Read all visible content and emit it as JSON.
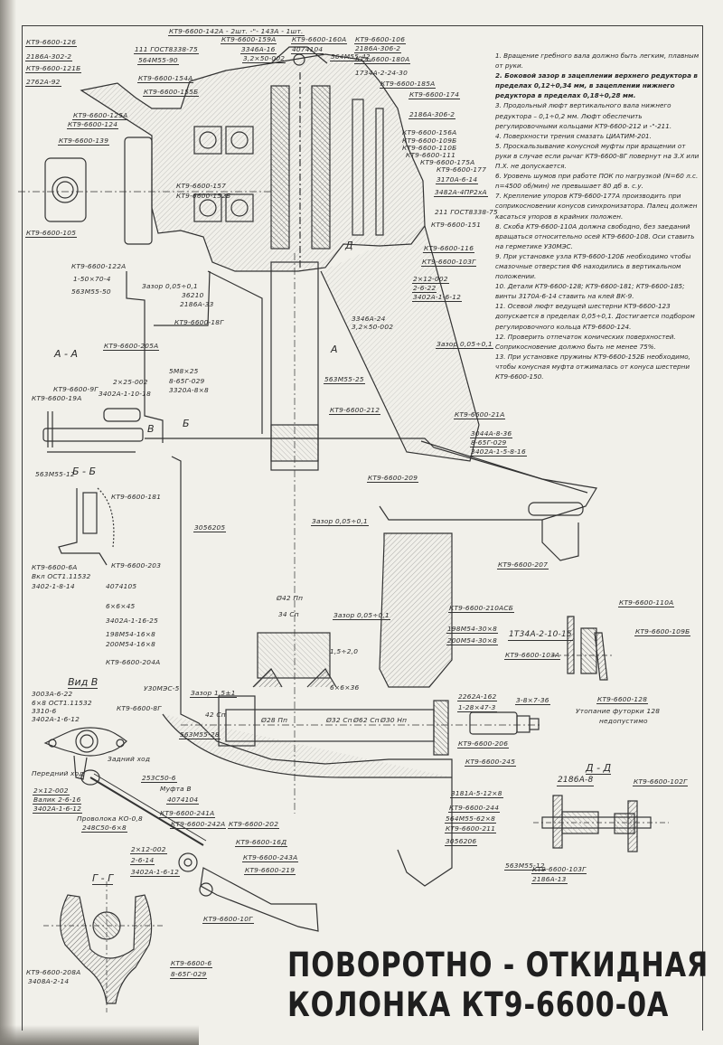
{
  "drawing": {
    "title_line1": "ПОВОРОТНО - ОТКИДНАЯ",
    "title_line2": "КОЛОНКА КТ9-6600-0А",
    "colors": {
      "paper": "#f1f0ea",
      "ink": "#2b2b2b",
      "hatch": "#555555"
    },
    "notes": [
      "1. Вращение гребного вала должно быть легким, плавным от руки.",
      "2. Боковой зазор в зацеплении верхнего редуктора в пределах 0,12÷0,34 мм, в зацеплении нижнего редуктора в пределах 0,18÷0,28 мм.",
      "3. Продольный люфт вертикального вала нижнего редуктора – 0,1÷0,2 мм. Люфт обеспечить регулировочными кольцами КТ9-6600-212 и -\"-211.",
      "4. Поверхности трения смазать ЦИАТИМ-201.",
      "5. Проскальзывание конусной муфты при вращении от руки в случае если рычаг КТ9-6600-8Г повернут на З.Х или П.Х. не допускается.",
      "6. Уровень шумов при работе ПОК по нагрузкой (N=60 л.с. n=4500 об/мин) не превышает 80 дб в. с.у.",
      "7. Крепление упоров КТ9-6600-177А производить при соприкосновении конусов синхронизатора. Палец должен касаться упоров в крайних положен.",
      "8. Скоба КТ9-6600-110А должна свободно, без заеданий вращаться относительно осей КТ9-6600-108. Оси ставить на герметике У30МЭС.",
      "9. При установке узла КТ9-6600-120Б необходимо чтобы смазочные отверстия Ф6 находились в вертикальном положении.",
      "10. Детали КТ9-6600-128; КТ9-6600-181; КТ9-6600-185; винты 3170А-6-14 ставить на клей ВК-9.",
      "11. Осевой люфт ведущей шестерни КТ9-6600-123 допускается в пределах 0,05÷0,1. Достигается подбором регулировочного кольца КТ9-6600-124.",
      "12. Проверить отпечаток конических поверхностей. Соприкосновение должно быть не менее 75%.",
      "13. При установке пружины КТ9-6600-152Б необходимо, чтобы конусная муфта отжималась от конуса шестерни КТ9-6600-150."
    ],
    "sections": {
      "a_a": "А - А",
      "b_b": "Б - Б",
      "view_v": "Вид В",
      "g_g": "Г - Г",
      "d_d": "Д - Д",
      "mark_d": "Д",
      "mark_a": "А",
      "mark_b": "Б",
      "mark_v": "В"
    },
    "labels": {
      "top_left": [
        "КТ9-6600-126",
        "2186А-302-2",
        "КТ9-6600-121Б",
        "2762А-92",
        "КТ9-6600-125А",
        "КТ9-6600-124",
        "КТ9-6600-139",
        "КТ9-6600-105",
        "КТ9-6600-122А",
        "1-50×70-4",
        "563М55-50"
      ],
      "top_center": [
        "КТ9-6600-142А - 2шт. -\"- 143А - 1шт.",
        "111 ГОСТ8338-75",
        "564М55-90",
        "КТ9-6600-154А",
        "КТ9-6600-155Б",
        "КТ9-6600-159А",
        "3346А-16",
        "3,2×50-002",
        "КТ9-6600-160А",
        "4074104",
        "564М55-42",
        "КТ9-6600-106",
        "2186А-306-2",
        "КТ9-6600-180А",
        "1734А-2-24-30",
        "КТ9-6600-185А",
        "КТ9-6600-157",
        "КТ9-6600-152Б"
      ],
      "top_right": [
        "КТ9-6600-174",
        "2186А-306-2",
        "КТ9-6600-156А",
        "КТ9-6600-109Б",
        "КТ9-6600-110Б",
        "КТ9-6600-111",
        "КТ9-6600-175А",
        "КТ9-6600-177",
        "3170А-6-14",
        "3482А-4ПР2хА",
        "211 ГОСТ8338-75",
        "КТ9-6600-151",
        "КТ9-6600-116",
        "КТ9-6600-103Г",
        "2×12-002",
        "2-6-22",
        "3402А-1-6-12",
        "3346А-24",
        "3,2×50-002",
        "Зазор 0,05÷0,1"
      ],
      "middle": [
        "Зазор 0,05÷0,1",
        "36210",
        "2186А-33",
        "КТ9-6600-18Г",
        "КТ9-6600-205А",
        "5М8×25",
        "8-65Г-029",
        "3320А-8×8",
        "2×25-002",
        "3402А-1-10-18",
        "КТ9-6600-9Г",
        "КТ9-6600-19А",
        "563М55-25",
        "КТ9-6600-212",
        "КТ9-6600-21А",
        "3044А-8-36",
        "8-65Г-029",
        "3402А-1-5-8-16",
        "КТ9-6600-209",
        "563М55-12",
        "КТ9-6600-181",
        "3056205",
        "Зазор 0,05÷0,1",
        "КТ9-6600-207",
        "КТ9-6600-6А",
        "Вкл ОСТ1.11532",
        "3402-1-8-14",
        "КТ9-6600-203",
        "4074105",
        "6×6×45",
        "3402А-1-16-25",
        "198М54-16×8",
        "200М54-16×8",
        "КТ9-6600-204А",
        "Ø42 Пп",
        "34 Сп"
      ],
      "lower": [
        "КТ9-6600-210АСБ",
        "198М54-30×8",
        "200М54-30×8",
        "Зазор 0,05÷0,1",
        "1,5÷2,0",
        "6×6×36",
        "Зазор 1,5±1",
        "У30МЭС-5",
        "563М55-28",
        "42 Сп",
        "2262А-162",
        "1-28×47-3",
        "3-8×7-36",
        "КТ9-6600-206",
        "КТ9-6600-245",
        "3181А-5-12×8",
        "КТ9-6600-244",
        "564М55-62×8",
        "КТ9-6600-211",
        "3056206",
        "Ø28 Пп",
        "Ø32 Сп",
        "Ø62 Сп",
        "Ø30 Нп"
      ],
      "right_detail": [
        "КТ9-6600-110А",
        "КТ9-6600-109Б",
        "1Т34А-2-10-15",
        "КТ9-6600-103А",
        "КТ9-6600-128",
        "Утопание футорки 128",
        "недопустимо"
      ],
      "d_d_detail": [
        "2186А-8",
        "КТ9-6600-102Г",
        "563М55-12",
        "КТ9-6600-103Г",
        "2186А-13"
      ],
      "view_v_detail": [
        "3003А-6-22",
        "6×8 ОСТ1.11532",
        "3310-6",
        "3402А-1-6-12",
        "КТ9-6600-8Г",
        "Задний ход",
        "Передний ход",
        "2×12-002",
        "Валик 2-6-16",
        "3402А-1-6-12",
        "253С50-6",
        "Муфта В",
        "4074104",
        "КТ9-6600-241А",
        "Проволока КО-0,8",
        "248С50-6×8",
        "КТ9-6600-242А",
        "КТ9-6600-202",
        "КТ9-6600-16Д",
        "2×12-002",
        "2-6-14",
        "3402А-1-6-12",
        "КТ9-6600-243А",
        "КТ9-6600-219",
        "КТ9-6600-10Г"
      ],
      "g_g_detail": [
        "КТ9-6600-208А",
        "3408А-2-14",
        "КТ9-6600-6",
        "8-65Г-029"
      ]
    }
  }
}
